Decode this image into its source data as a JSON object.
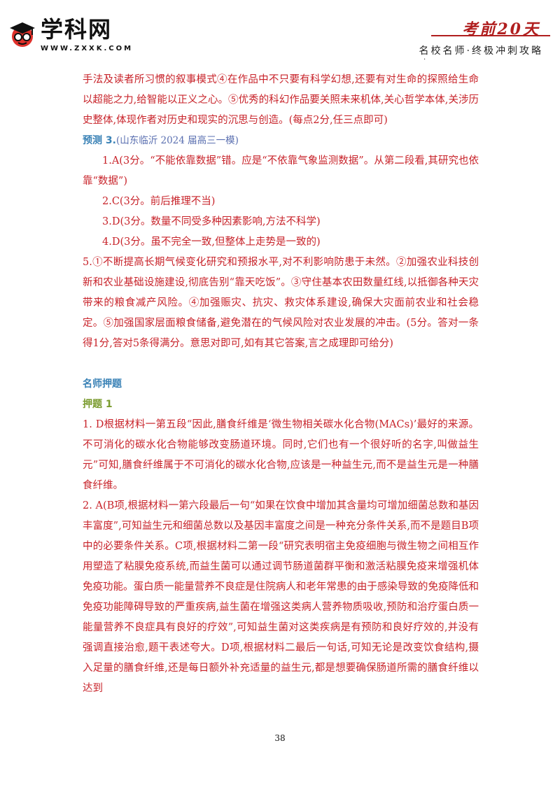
{
  "header": {
    "brand": "学科网",
    "url": "WWW.ZXXK.COM",
    "exam_label": "考前20天",
    "tagline": "名校名师·终极冲刺攻略",
    "dot": "·"
  },
  "paragraphs": {
    "p1": "手法及读者所习惯的叙事模式④在作品中不只要有科学幻想,还要有对生命的探照给生命以超能之力,给智能以正义之心。⑤优秀的科幻作品要关照未来机体,关心哲学本体,关涉历史整体,体现作者对历史和现实的沉思与创造。(每点2分,任三点即可)",
    "pred3_label": "预测 3.",
    "pred3_source": "(山东临沂 2024 届高三一模)",
    "a1": "1.A(3分。“不能依靠数据”错。应是“不依靠气象监测数据”。从第二段看,其研究也依靠“数据”)",
    "a2": "2.C(3分。前后推理不当)",
    "a3": "3.D(3分。数量不同受多种因素影响,方法不科学)",
    "a4": "4.D(3分。虽不完全一致,但整体上走势是一致的)",
    "a5": "5.①不断提高长期气候变化研究和预报水平,对不利影响防患于未然。②加强农业科技创新和农业基础设施建设,彻底告别“靠天吃饭”。③守住基本农田数量红线,以抵御各种天灾带来的粮食减产风险。④加强赈灾、抗灾、救灾体系建设,确保大灾面前农业和社会稳定。⑤加强国家层面粮食储备,避免潜在的气候风险对农业发展的冲击。(5分。答对一条得1分,答对5条得满分。意思对即可,如有其它答案,言之成理即可给分)",
    "section_title": "名师押题",
    "q1_title": "押题 1",
    "b1": "1. D根据材料一第五段“因此,膳食纤维是‘微生物相关碳水化合物(MACs)’最好的来源。不可消化的碳水化合物能够改变肠道环境。同时,它们也有一个很好听的名字,叫做益生元”可知,膳食纤维属于不可消化的碳水化合物,应该是一种益生元,而不是益生元是一种膳食纤维。",
    "b2": "2. A(B项,根据材料一第六段最后一句“如果在饮食中增加其含量均可增加细菌总数和基因丰富度”,可知益生元和细菌总数以及基因丰富度之间是一种充分条件关系,而不是题目B项中的必要条件关系。C项,根据材料二第一段“研究表明宿主免疫细胞与微生物之间相互作用塑造了粘膜免疫系统,而益生菌可以通过调节肠道菌群平衡和激活粘膜免疫来增强机体免疫功能。蛋白质一能量营养不良症是住院病人和老年常患的由于感染导致的免疫降低和免疫功能障碍导致的严重疾病,益生菌在增强这类病人营养物质吸收,预防和治疗蛋白质一能量营养不良症具有良好的疗效”,可知益生菌对这类疾病是有预防和良好疗效的,并没有强调直接治愈,题干表述夸大。D项,根据材料二最后一句话,可知无论是改变饮食结构,摄入足量的膳食纤维,还是每日额外补充适量的益生元,都是想要确保肠道所需的膳食纤维以达到"
  },
  "footer": {
    "page_number": "38"
  },
  "colors": {
    "answer_red": "#c8232a",
    "heading_blue": "#3a82b6",
    "heading_green": "#7a9b2e",
    "brand_red": "#b01e1e"
  }
}
